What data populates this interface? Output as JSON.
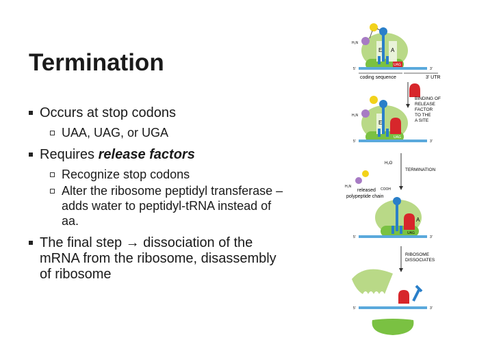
{
  "slide": {
    "title": "Termination",
    "bullets": [
      {
        "text": "Occurs at stop codons",
        "sub": [
          "UAA, UAG, or UGA"
        ]
      },
      {
        "prefix": "Requires ",
        "emph": "release factors",
        "sub": [
          "Recognize stop codons",
          "Alter the ribosome peptidyl transferase – adds water to peptidyl-tRNA instead of aa."
        ]
      },
      {
        "text": "The final step → dissociation of the mRNA from the ribosome, disassembly of ribosome",
        "sub": []
      }
    ]
  },
  "figure": {
    "h2n": "H₂N",
    "site_e": "E",
    "site_a": "A",
    "codon": "UAG",
    "five_prime": "5'",
    "three_prime": "3'",
    "coding_sequence": "coding sequence",
    "utr": "3' UTR",
    "step1": [
      "BINDING OF",
      "RELEASE",
      "FACTOR",
      "TO THE",
      "A SITE"
    ],
    "h2o": "H₂O",
    "step2": [
      "TERMINATION"
    ],
    "cooh": "COOH",
    "released": "released",
    "polypeptide_chain": "polypeptide chain",
    "step3": [
      "RIBOSOME",
      "DISSOCIATES"
    ],
    "colors": {
      "ribosome_large": "#b9d987",
      "ribosome_small": "#7ac142",
      "trna": "#2a7fc9",
      "release_factor": "#d7262b",
      "mrna": "#5aa9dc",
      "amino_yellow": "#f2d21b",
      "amino_purple": "#a77bc4"
    }
  }
}
